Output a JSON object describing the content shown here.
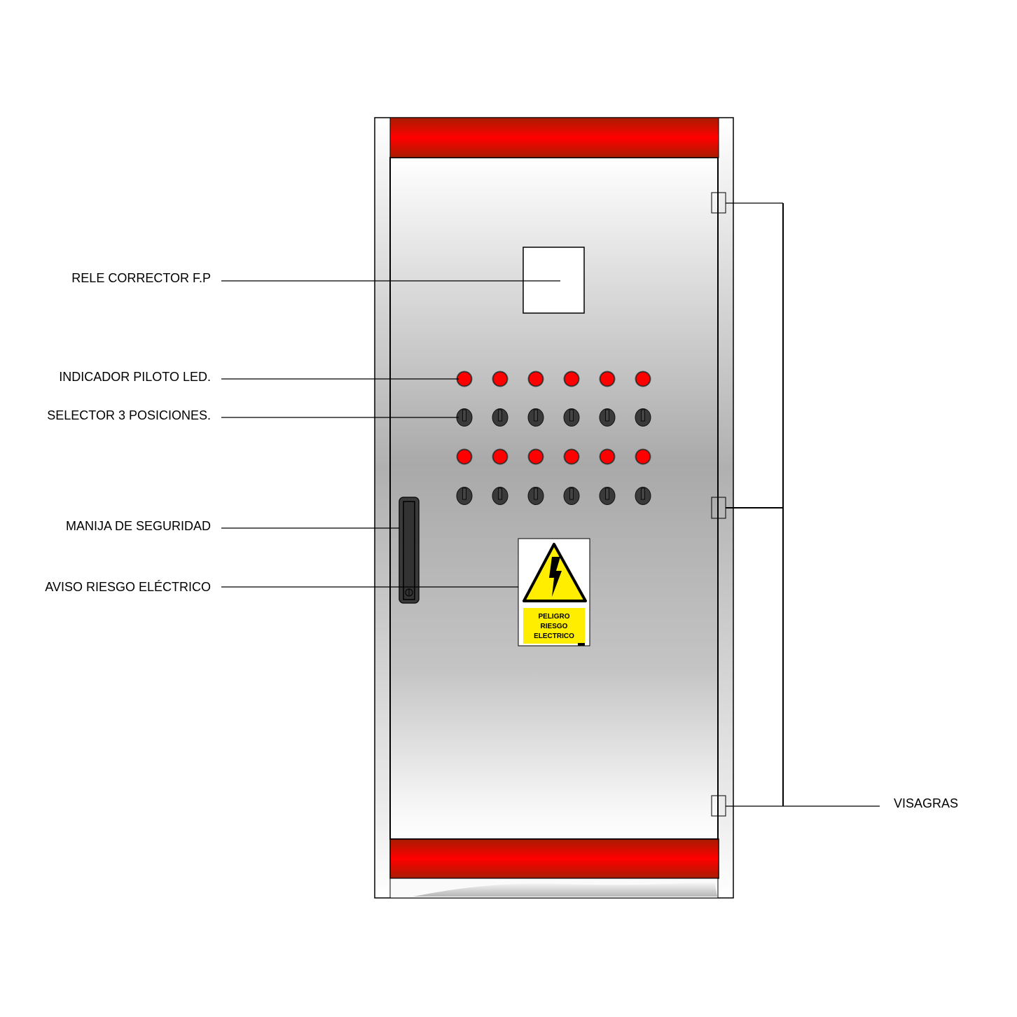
{
  "labels": {
    "relay": "RELE CORRECTOR F.P",
    "led": "INDICADOR PILOTO LED.",
    "selector": "SELECTOR 3 POSICIONES.",
    "handle": "MANIJA DE SEGURIDAD",
    "warning": "AVISO RIESGO ELÉCTRICO",
    "hinges": "VISAGRAS"
  },
  "sign": {
    "line1": "PELIGRO",
    "line2": "RIESGO",
    "line3": "ELECTRICO"
  },
  "panel": {
    "columns": 6,
    "rows": [
      "led",
      "selector",
      "led",
      "selector"
    ]
  },
  "colors": {
    "band": "#ff0000",
    "led": "#ff0000",
    "knob": "#3a3a3a",
    "sign": "#ffee00"
  }
}
